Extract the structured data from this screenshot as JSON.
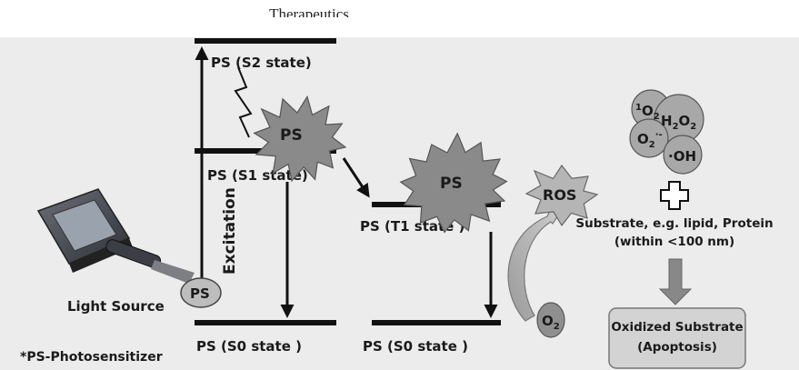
{
  "header": {
    "running_title": "Therapeutics"
  },
  "diagram": {
    "states": {
      "s2": "PS (S2 state)",
      "s1": "PS (S1 state)",
      "s0_left": "PS (S0 state )",
      "t1": "PS (T1 state )",
      "s0_right": "PS (S0 state )"
    },
    "excitation_label": "Excitation",
    "ps_symbol": "PS",
    "ros_label": "ROS",
    "oxygen": {
      "symbol": "O",
      "subscript": "2"
    },
    "light_source_label": "Light Source",
    "footnote": "*PS-Photosensitizer",
    "species": {
      "singlet_oxygen": {
        "pre": "1",
        "main": "O",
        "sub": "2"
      },
      "hydrogen_peroxide": {
        "a": "H",
        "a_sub": "2",
        "b": "O",
        "b_sub": "2"
      },
      "superoxide": {
        "main": "O",
        "sub": "2",
        "sup": "·-"
      },
      "hydroxyl": "·OH"
    },
    "substrate_line1": "Substrate, e.g. lipid, Protein",
    "substrate_line2": "(within <100 nm)",
    "result_line1": "Oxidized Substrate",
    "result_line2": "(Apoptosis)"
  }
}
